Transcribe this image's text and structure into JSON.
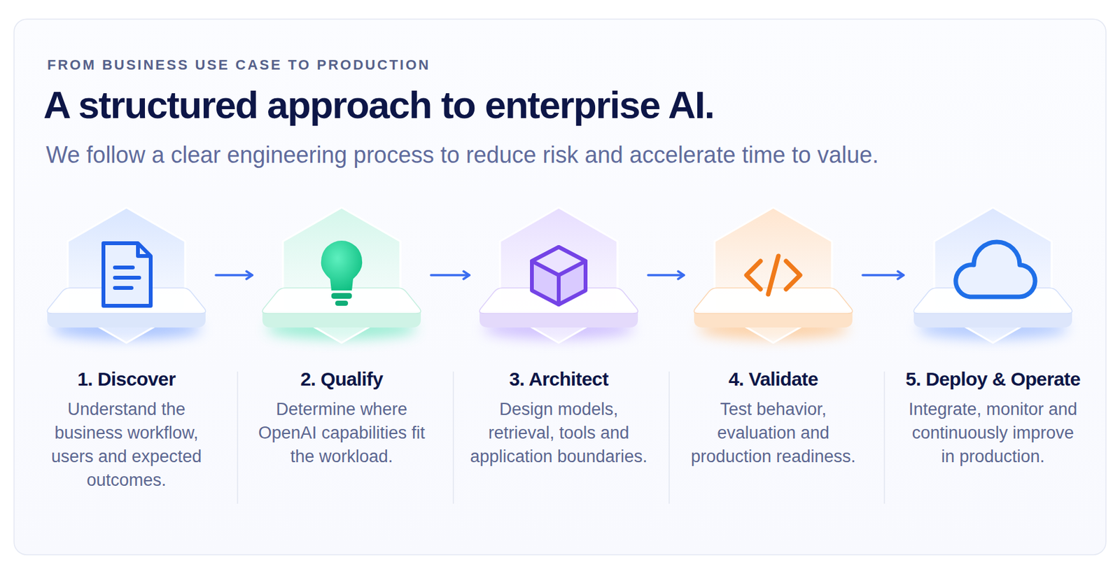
{
  "diagram": {
    "title": "A structured approach to enterprise AI.",
    "nodes": [
      {
        "text": [
          "1. Discover",
          "Understand the business workflow, users and expected outcomes."
        ]
      },
      {
        "text": [
          "2. Qualify",
          "Determine where OpenAI capabilities fit the workload."
        ]
      },
      {
        "text": [
          "3. Architect",
          "Design models, retrieval, tools and application boundaries."
        ]
      },
      {
        "text": [
          "4. Validate",
          "Test behavior, evaluation and production readiness."
        ]
      },
      {
        "text": [
          "5. Deploy & Operate",
          "Integrate, monitor and continuously improve in production."
        ]
      }
    ],
    "edges": [
      {
        "from": 0,
        "to": 1,
        "arrow": "to"
      },
      {
        "from": 1,
        "to": 2,
        "arrow": "to"
      },
      {
        "from": 2,
        "to": 3,
        "arrow": "to"
      },
      {
        "from": 3,
        "to": 4,
        "arrow": "to"
      }
    ],
    "labels": [
      "FROM BUSINESS USE CASE TO PRODUCTION",
      "We follow a clear engineering process to reduce risk and accelerate time to value."
    ]
  }
}
